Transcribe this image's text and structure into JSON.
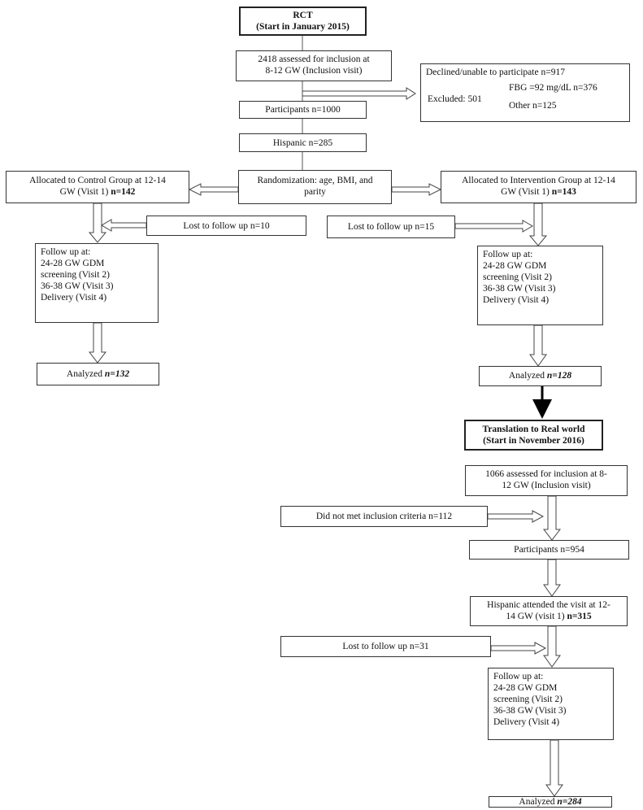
{
  "rct": {
    "title": "RCT",
    "subtitle": "(Start in January 2015)"
  },
  "assessed": {
    "line1": "2418 assessed for inclusion at",
    "line2": "8-12 GW (Inclusion visit)"
  },
  "declined": {
    "declined": "Declined/unable to participate n=917",
    "excluded_label": "Excluded: 501",
    "fbg": "FBG =92 mg/dL n=376",
    "other": "Other n=125"
  },
  "participants": "Participants n=1000",
  "hispanic": "Hispanic n=285",
  "randomization": {
    "line1": "Randomization: age, BMI, and",
    "line2": "parity"
  },
  "control": {
    "line1": "Allocated to Control Group at 12-14",
    "line2_a": "GW (Visit 1) ",
    "line2_b": "n=142"
  },
  "intervention": {
    "line1": "Allocated to Intervention Group at 12-14",
    "line2_a": "GW (Visit 1) ",
    "line2_b": "n=143"
  },
  "lost_control": "Lost to follow up n=10",
  "lost_intervention": "Lost to follow up n=15",
  "followup": {
    "l1": "Follow up at:",
    "l2": "24-28 GW GDM",
    "l3": "screening (Visit 2)",
    "l4": "36-38 GW (Visit 3)",
    "l5": "Delivery (Visit 4)"
  },
  "analyzed_control": {
    "label": "Analyzed ",
    "n": "n=132"
  },
  "analyzed_intervention": {
    "label": "Analyzed ",
    "n": "n=128"
  },
  "translation": {
    "title": "Translation to Real world",
    "subtitle": "(Start in November 2016)"
  },
  "assessed_rw": {
    "line1": "1066 assessed for inclusion at 8-",
    "line2": "12 GW (Inclusion visit)"
  },
  "not_met": "Did not met inclusion criteria n=112",
  "participants_rw": "Participants n=954",
  "hispanic_rw": {
    "line1": "Hispanic attended the visit at 12-",
    "line2_a": "14 GW (visit 1) ",
    "line2_b": "n=315"
  },
  "lost_rw": "Lost to follow up n=31",
  "analyzed_rw": {
    "label": "Analyzed ",
    "n": "n=284"
  }
}
